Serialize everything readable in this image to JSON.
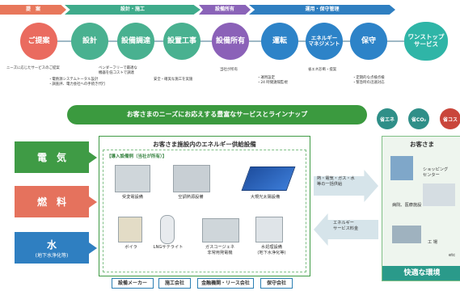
{
  "phases": [
    {
      "label": "提　案",
      "color": "#e8775b"
    },
    {
      "label": "設計・施工",
      "color": "#3fab8b"
    },
    {
      "label": "設備所有",
      "color": "#8a63b8"
    },
    {
      "label": "運用・保守管理",
      "color": "#2f7fc1"
    }
  ],
  "steps": [
    {
      "label": "ご提案",
      "color": "#ea6b5f"
    },
    {
      "label": "設計",
      "color": "#49b190"
    },
    {
      "label": "設備調達",
      "color": "#49b190"
    },
    {
      "label": "設置工事",
      "color": "#49b190"
    },
    {
      "label": "設備所有",
      "color": "#8b61b8"
    },
    {
      "label": "運転",
      "color": "#2d83c8"
    },
    {
      "label": "エネルギー\nマネジメント",
      "color": "#2d83c8"
    },
    {
      "label": "保守",
      "color": "#2d83c8"
    },
    {
      "label": "ワンストップ\nサービス",
      "color": "#2fb5a7"
    }
  ],
  "step_notes": {
    "proposal": "ニーズに応じたサービスのご提案",
    "design": "・電熱源システムトータル設計\n・調査評、電力会社への手続き代行",
    "procure": "ベンダーフリーで最適な\n機器を低コストで調達",
    "install": "安全・確実な施工を実施",
    "own": "当社が所有",
    "operation": "・運用設定\n・24 時間遠隔監視",
    "energy": "省エネ診断・提案",
    "maintenance": "・定期的な点検点検\n・緊急時の迅速対応"
  },
  "banner": "お客さまのニーズにお応えする豊富なサービスとラインナップ",
  "sources": [
    {
      "label": "電　気",
      "sub": "",
      "color": "#3f9b45"
    },
    {
      "label": "燃　料",
      "sub": "",
      "color": "#e5725d"
    },
    {
      "label": "水",
      "sub": "(地下水浄化等)",
      "color": "#2f7fc1"
    }
  ],
  "facility": {
    "title": "お客さま施設内のエネルギー供給設備",
    "subtitle": "【導入設備例（当社が所有）】",
    "items": [
      "受変電設備",
      "空調熱源設備",
      "大規光太陽設備",
      "ボイラ",
      "LNGサテライト",
      "ガスコージェネ\n非常用発電機",
      "水処理設備\n(地下水浄化等)"
    ]
  },
  "supply_arrow": "熱・電気・ガス・水\n等の一括供給",
  "fee_arrow": "エネルギー\nサービス料金",
  "customer": {
    "title": "お客さま",
    "items": [
      "ショッピング\nセンター",
      "病院、医療施設",
      "工 場",
      "etc"
    ],
    "comfort": "快適な環境"
  },
  "badges": [
    {
      "label": "省エネ",
      "color": "#2f8f88"
    },
    {
      "label": "省CO₂",
      "color": "#2f8f88"
    },
    {
      "label": "省コス",
      "color": "#c9463b"
    }
  ],
  "partners": [
    "設備メーカー",
    "施工会社",
    "金融機関・リース会社",
    "保守会社"
  ]
}
